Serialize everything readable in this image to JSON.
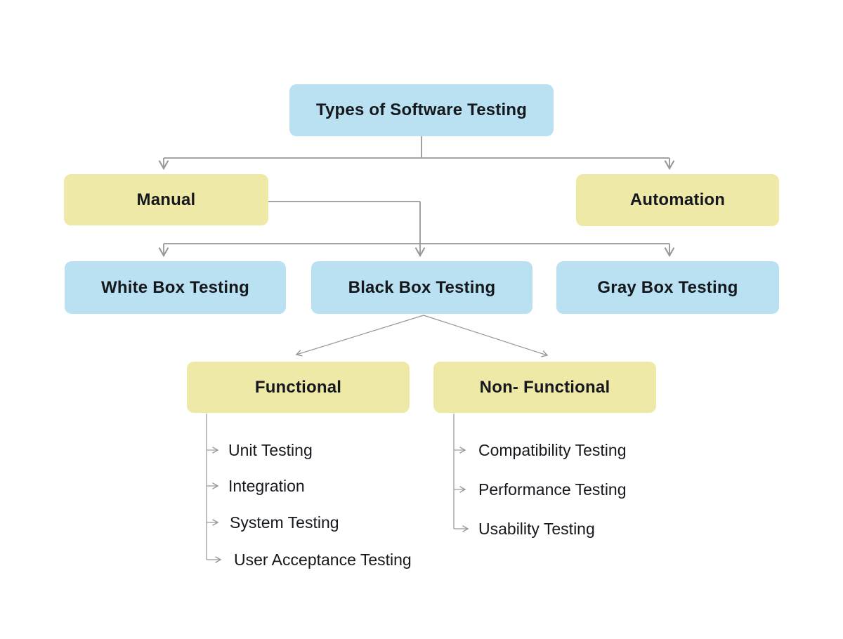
{
  "diagram": {
    "title": "Types of Software Testing",
    "colors": {
      "blue_node": "#b9e1f2",
      "yellow_node": "#efe9a8",
      "connector": "#979797",
      "text": "#15181d",
      "background": "#ffffff"
    },
    "nodes": {
      "root": {
        "label": "Types of Software Testing",
        "color": "blue_node"
      },
      "manual": {
        "label": "Manual",
        "color": "yellow_node"
      },
      "automation": {
        "label": "Automation",
        "color": "yellow_node"
      },
      "white_box": {
        "label": "White Box Testing",
        "color": "blue_node"
      },
      "black_box": {
        "label": "Black Box Testing",
        "color": "blue_node"
      },
      "gray_box": {
        "label": "Gray Box Testing",
        "color": "blue_node"
      },
      "functional": {
        "label": "Functional",
        "color": "yellow_node"
      },
      "non_functional": {
        "label": "Non- Functional",
        "color": "yellow_node"
      }
    },
    "functional_children": [
      "Unit Testing",
      "Integration",
      "System Testing",
      "User Acceptance Testing"
    ],
    "non_functional_children": [
      "Compatibility Testing",
      "Performance Testing",
      "Usability Testing"
    ]
  }
}
